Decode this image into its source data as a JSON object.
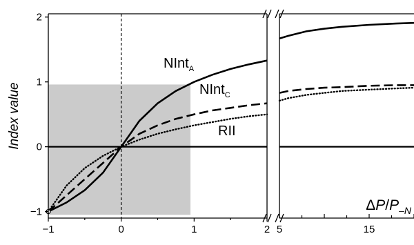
{
  "chart_data": {
    "type": "line",
    "ylabel": "Index value",
    "x_annotation": {
      "delta": "Δ",
      "p1": "P",
      "slash": "/",
      "p2": "P",
      "sub": "–N"
    },
    "ylim": [
      -1.1,
      2.05
    ],
    "panels": [
      {
        "xlim": [
          -1,
          2
        ],
        "xticks": [
          "−1",
          "0",
          "1",
          "2"
        ],
        "xtick_values": [
          -1,
          0,
          1,
          2
        ]
      },
      {
        "xlim": [
          5,
          20
        ],
        "xticks": [
          "5",
          "15"
        ],
        "xtick_values": [
          5,
          15
        ]
      }
    ],
    "yticks": [
      "−1",
      "0",
      "1",
      "2"
    ],
    "ytick_values": [
      -1,
      0,
      1,
      2
    ],
    "shaded_region": {
      "x": [
        -1,
        0.95
      ],
      "y": [
        -1.05,
        0.96
      ]
    },
    "reference_lines": {
      "vertical_x": 0,
      "horizontal_y": 0
    },
    "series": [
      {
        "name": "NInt",
        "sub": "A",
        "style": "solid",
        "panel1": {
          "x": [
            -1,
            -0.75,
            -0.5,
            -0.25,
            0,
            0.25,
            0.5,
            0.75,
            1,
            1.25,
            1.5,
            1.75,
            2
          ],
          "y": [
            -1,
            -0.86,
            -0.67,
            -0.4,
            0,
            0.4,
            0.67,
            0.86,
            1,
            1.11,
            1.2,
            1.27,
            1.33
          ]
        },
        "panel2": {
          "x": [
            5,
            6,
            8,
            10,
            12,
            15,
            18,
            20
          ],
          "y": [
            1.67,
            1.71,
            1.78,
            1.82,
            1.85,
            1.88,
            1.9,
            1.91
          ]
        }
      },
      {
        "name": "NInt",
        "sub": "C",
        "style": "dashed",
        "panel1": {
          "x": [
            -1,
            -0.75,
            -0.5,
            -0.25,
            0,
            0.25,
            0.5,
            0.75,
            1,
            1.25,
            1.5,
            1.75,
            2
          ],
          "y": [
            -1,
            -0.75,
            -0.5,
            -0.25,
            0,
            0.2,
            0.33,
            0.43,
            0.5,
            0.56,
            0.6,
            0.64,
            0.67
          ]
        },
        "panel2": {
          "x": [
            5,
            6,
            8,
            10,
            12,
            15,
            18,
            20
          ],
          "y": [
            0.83,
            0.86,
            0.89,
            0.91,
            0.92,
            0.94,
            0.95,
            0.95
          ]
        }
      },
      {
        "name": "RII",
        "sub": "",
        "style": "dotted",
        "panel1": {
          "x": [
            -1,
            -0.75,
            -0.5,
            -0.25,
            0,
            0.25,
            0.5,
            0.75,
            1,
            1.25,
            1.5,
            1.75,
            2
          ],
          "y": [
            -1,
            -0.6,
            -0.33,
            -0.14,
            0,
            0.11,
            0.2,
            0.27,
            0.33,
            0.38,
            0.43,
            0.47,
            0.5
          ]
        },
        "panel2": {
          "x": [
            5,
            6,
            8,
            10,
            12,
            15,
            18,
            20
          ],
          "y": [
            0.71,
            0.75,
            0.8,
            0.83,
            0.86,
            0.88,
            0.9,
            0.91
          ]
        }
      }
    ]
  }
}
